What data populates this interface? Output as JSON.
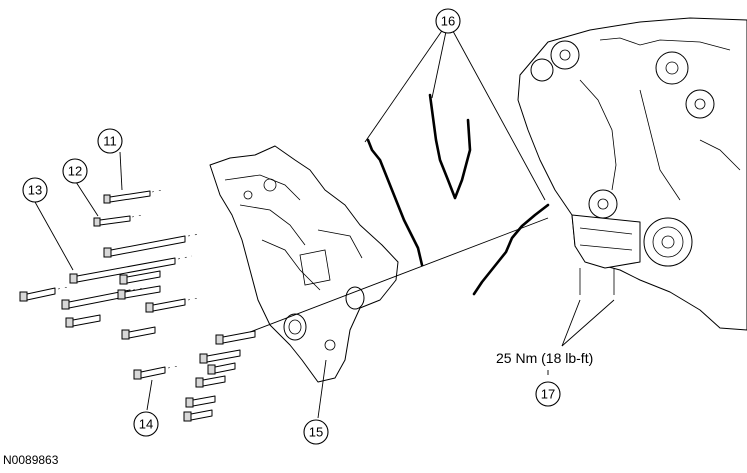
{
  "callouts": {
    "c11": "11",
    "c12": "12",
    "c13": "13",
    "c14": "14",
    "c15": "15",
    "c16": "16",
    "c17": "17"
  },
  "torque_spec": "25 Nm (18 lb-ft)",
  "figure_id": "N0089863"
}
